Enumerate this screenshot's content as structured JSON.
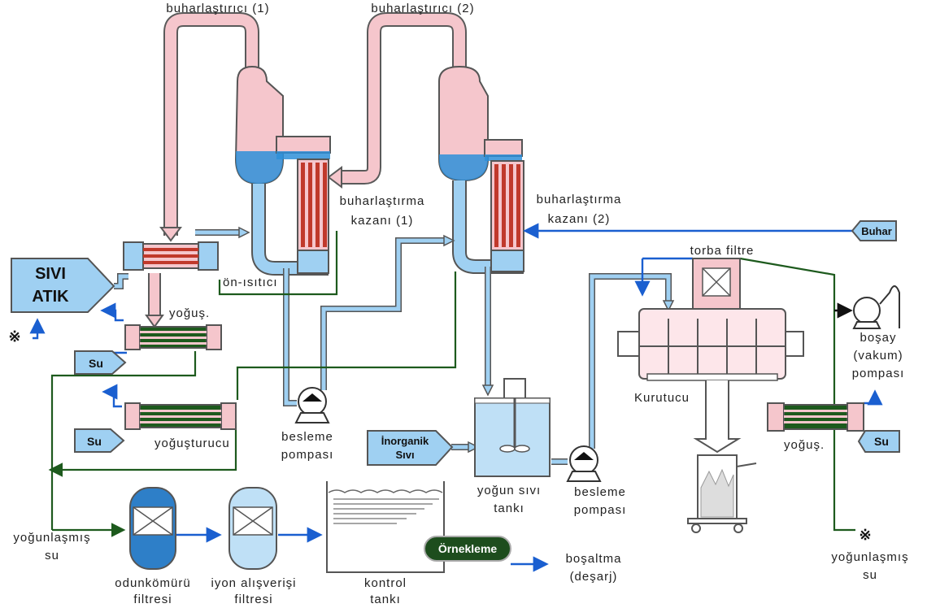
{
  "labels": {
    "evaporator_1": "buharlaştırıcı (1)",
    "evaporator_2": "buharlaştırıcı (2)",
    "boiler_1_line1": "buharlaştırma",
    "boiler_1_line2": "kazanı (1)",
    "boiler_2_line1": "buharlaştırma",
    "boiler_2_line2": "kazanı (2)",
    "liquid_waste_line1": "SIVI",
    "liquid_waste_line2": "ATIK",
    "preheater": "ön-ısıtıcı",
    "condenser_1": "yoğuş.",
    "water_1": "Su",
    "condenser_2": "yoğuşturucu",
    "water_2": "Su",
    "feed_pump_1_line1": "besleme",
    "feed_pump_1_line2": "pompası",
    "inorganic_line1": "İnorganik",
    "inorganic_line2": "Sıvı",
    "conc_tank_line1": "yoğun sıvı",
    "conc_tank_line2": "tankı",
    "feed_pump_2_line1": "besleme",
    "feed_pump_2_line2": "pompası",
    "steam": "Buhar",
    "bag_filter": "torba filtre",
    "dryer": "Kurutucu",
    "vacuum_line1": "boşay",
    "vacuum_line2": "(vakum)",
    "vacuum_line3": "pompası",
    "condenser_3": "yoğuş.",
    "water_3": "Su",
    "condensate_right_line1": "yoğunlaşmış",
    "condensate_right_line2": "su",
    "condensate_left_line1": "yoğunlaşmış",
    "condensate_left_line2": "su",
    "charcoal_line1": "odunkömürü",
    "charcoal_line2": "filtresi",
    "ion_line1": "iyon alışverişi",
    "ion_line2": "filtresi",
    "control_line1": "kontrol",
    "control_line2": "tankı",
    "sampling": "Örnekleme",
    "discharge_line1": "boşaltma",
    "discharge_line2": "(deşarj)",
    "mark_left": "※",
    "mark_right": "※"
  }
}
